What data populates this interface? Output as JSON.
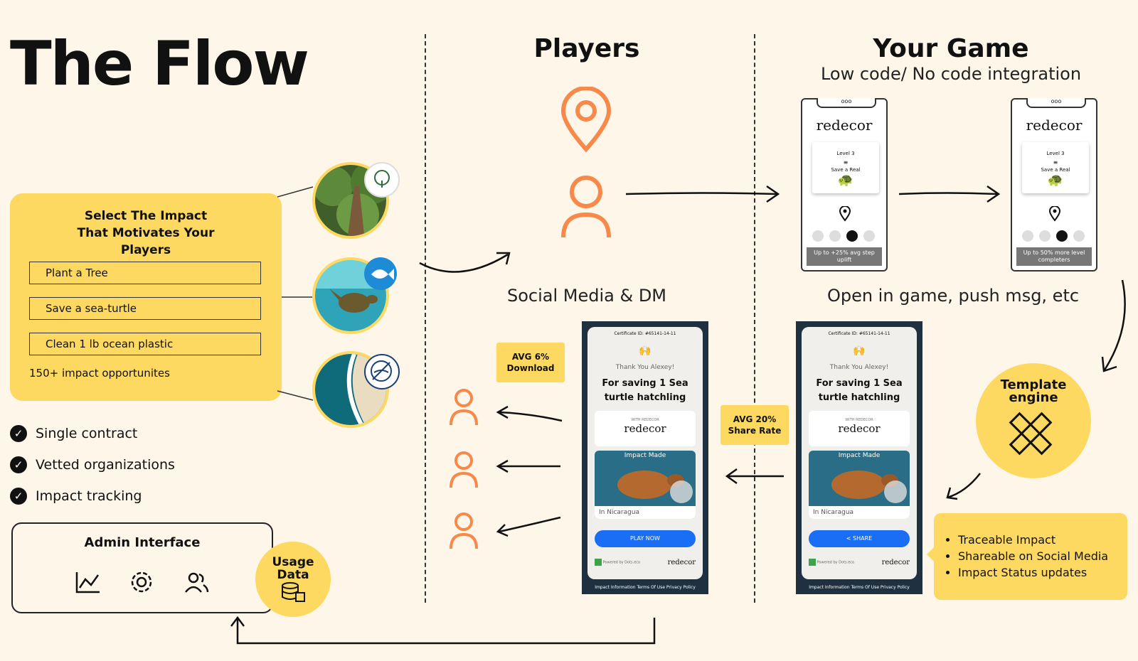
{
  "title": "The Flow",
  "players_column": {
    "header": "Players",
    "channel_label": "Social Media & DM",
    "download_tag": "AVG 6% Download"
  },
  "game_column": {
    "header": "Your Game",
    "subtitle": "Low code/ No code integration",
    "channel_label": "Open in game, push msg, etc",
    "share_tag": "AVG 20% Share Rate",
    "phones": [
      {
        "notch": "ooo",
        "brand": "redecor",
        "level": "Level 3",
        "mission": "Save a Real",
        "uplift": "Up to +25% avg step uplift"
      },
      {
        "notch": "ooo",
        "brand": "redecor",
        "level": "Level 3",
        "mission": "Save a Real",
        "uplift": "Up to 50% more level completers"
      }
    ]
  },
  "impact_selector": {
    "title": "Select The Impact That Motivates Your Players",
    "options": [
      "Plant a Tree",
      "Save a sea-turtle",
      "Clean 1 lb ocean plastic"
    ],
    "footnote": "150+ impact opportunites"
  },
  "checklist": [
    "Single contract",
    "Vetted organizations",
    "Impact tracking"
  ],
  "admin": {
    "title": "Admin Interface",
    "icons": [
      "line-chart-icon",
      "gear-icon",
      "users-icon"
    ]
  },
  "usage_data": "Usage Data",
  "template_engine": "Template engine",
  "certificates": [
    {
      "cert_id": "Certificate ID: #65141-14-11",
      "thanks": "Thank You Alexey!",
      "saving": "For saving 1 Sea turtle hatchling",
      "with_label": "WITH REDECOR",
      "brand": "redecor",
      "impact_label": "Impact Made",
      "location": "In Nicaragua",
      "button": "PLAY NOW",
      "powered": "Powered by Dots.eco",
      "footer": "Impact Information   Terms Of Use   Privacy Policy"
    },
    {
      "cert_id": "Certificate ID: #65141-14-11",
      "thanks": "Thank You Alexey!",
      "saving": "For saving 1 Sea turtle hatchling",
      "with_label": "WITH REDECOR",
      "brand": "redecor",
      "impact_label": "Impact Made",
      "location": "In Nicaragua",
      "button": "SHARE",
      "powered": "Powered by Dots.eco",
      "footer": "Impact Information   Terms Of Use   Privacy Policy"
    }
  ],
  "features": [
    "Traceable Impact",
    "Shareable on Social Media",
    "Impact Status updates"
  ],
  "colors": {
    "background": "#fdf6e9",
    "accent_yellow": "#fdd961",
    "player_orange": "#f7894a",
    "button_blue": "#1a6ef5"
  }
}
